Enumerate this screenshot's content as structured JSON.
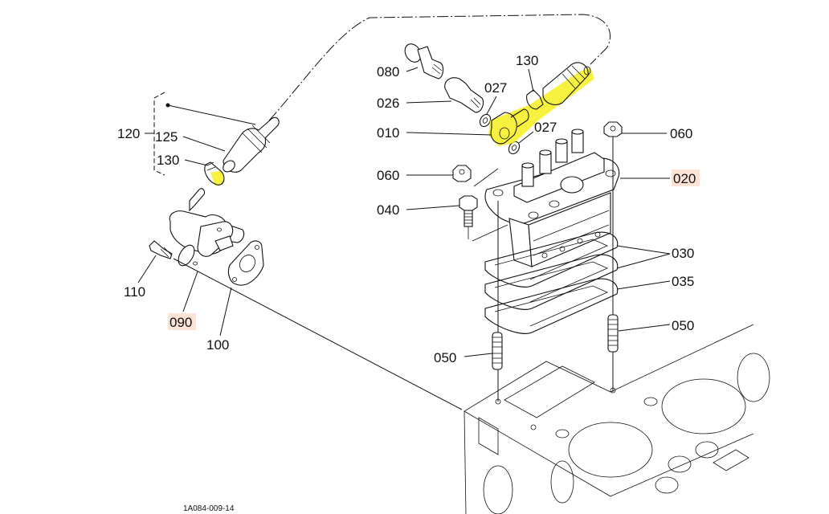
{
  "diagram": {
    "drawing_code": "1A084-009-14",
    "highlight_color": "#f6f01e",
    "selected_label_bg": "#fbe3d6",
    "callouts": [
      {
        "id": "120",
        "text": "120",
        "selected": false
      },
      {
        "id": "125",
        "text": "125",
        "selected": false
      },
      {
        "id": "130a",
        "text": "130",
        "selected": false
      },
      {
        "id": "110",
        "text": "110",
        "selected": false
      },
      {
        "id": "090",
        "text": "090",
        "selected": true
      },
      {
        "id": "100",
        "text": "100",
        "selected": false
      },
      {
        "id": "080",
        "text": "080",
        "selected": false
      },
      {
        "id": "026",
        "text": "026",
        "selected": false
      },
      {
        "id": "027a",
        "text": "027",
        "selected": false
      },
      {
        "id": "010",
        "text": "010",
        "selected": false
      },
      {
        "id": "130b",
        "text": "130",
        "selected": false
      },
      {
        "id": "027b",
        "text": "027",
        "selected": false
      },
      {
        "id": "060a",
        "text": "060",
        "selected": false
      },
      {
        "id": "060b",
        "text": "060",
        "selected": false
      },
      {
        "id": "020",
        "text": "020",
        "selected": true
      },
      {
        "id": "040",
        "text": "040",
        "selected": false
      },
      {
        "id": "030",
        "text": "030",
        "selected": false
      },
      {
        "id": "035",
        "text": "035",
        "selected": false
      },
      {
        "id": "050a",
        "text": "050",
        "selected": false
      },
      {
        "id": "050b",
        "text": "050",
        "selected": false
      }
    ]
  }
}
